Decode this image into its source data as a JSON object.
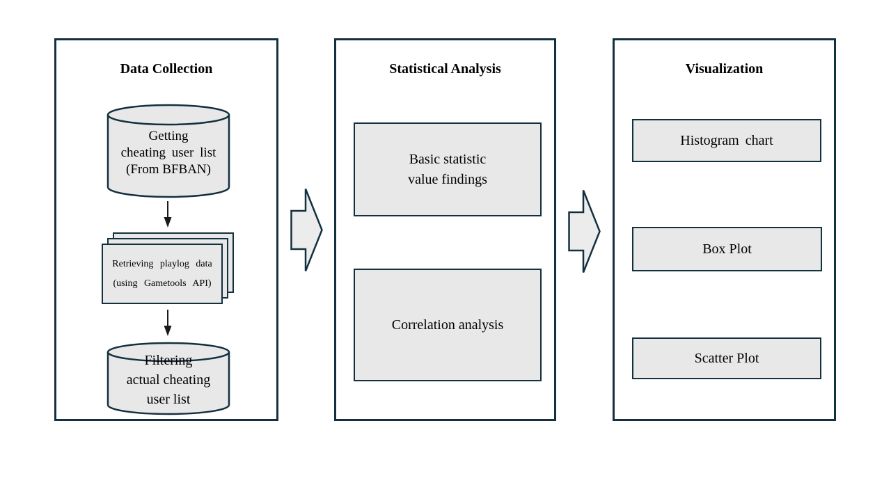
{
  "colors": {
    "outline": "#13303f",
    "shape_fill": "#e8e8e8",
    "arrow_fill": "#ececec",
    "connector": "#1a1a1a"
  },
  "panels": {
    "data_collection": {
      "title": "Data Collection",
      "source_db": {
        "line1": "Getting",
        "line2": "cheating user list",
        "line3": "(From BFBAN)"
      },
      "playlog_docs": {
        "line1": "Retrieving playlog data",
        "line2": "(using Gametools API)"
      },
      "filtered_db": {
        "line1": "Filtering",
        "line2": "actual cheating",
        "line3": "user list"
      }
    },
    "statistical_analysis": {
      "title": "Statistical Analysis",
      "basic_stats_box": {
        "line1": "Basic statistic",
        "line2": "value findings"
      },
      "correlation_box": {
        "label": "Correlation analysis"
      }
    },
    "visualization": {
      "title": "Visualization",
      "histogram_box": {
        "label": "Histogram chart"
      },
      "box_plot_box": {
        "label": "Box Plot"
      },
      "scatter_box": {
        "label": "Scatter Plot"
      }
    }
  }
}
